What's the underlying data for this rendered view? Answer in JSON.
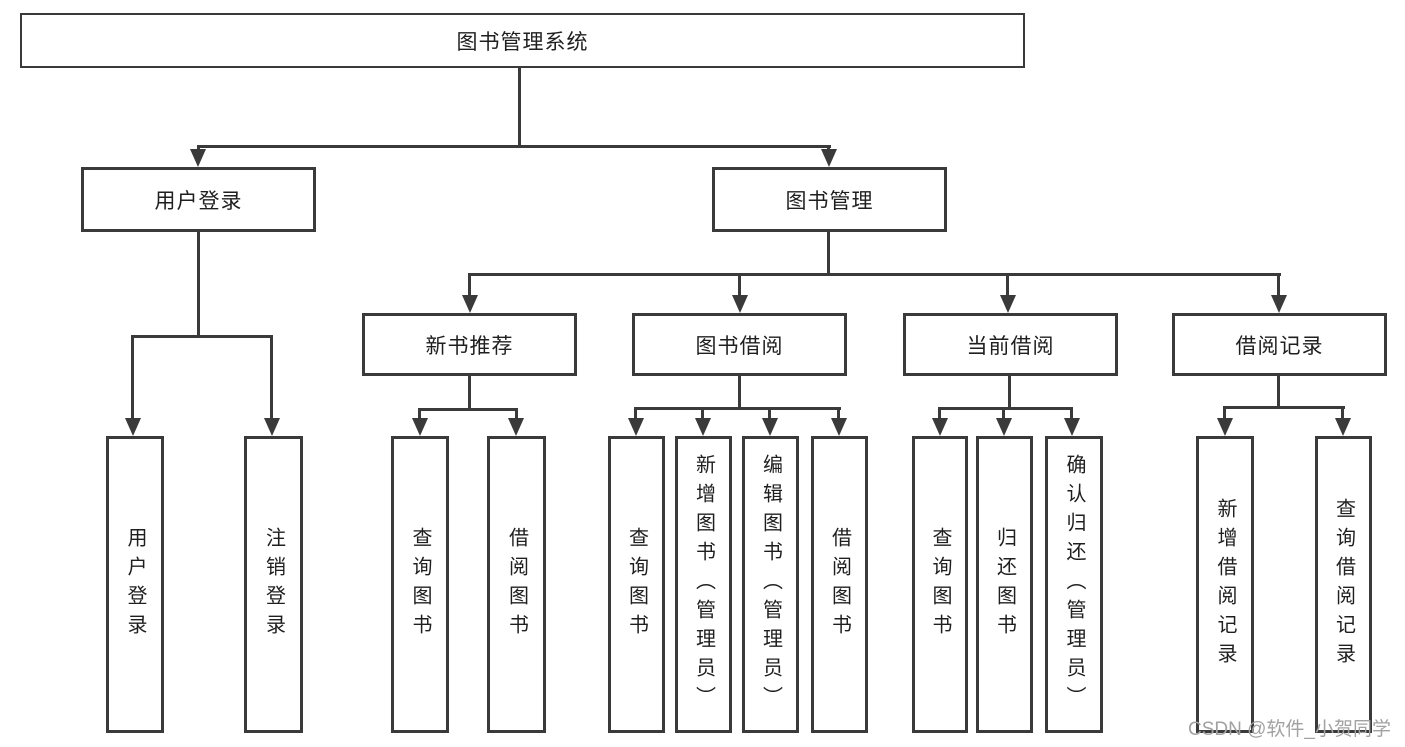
{
  "colors": {
    "line": "#3a3a3a",
    "text": "#1f1f1f",
    "watermark": "#a2a2a2",
    "background": "#ffffff"
  },
  "watermark": "CSDN @软件_小贺同学",
  "tree": {
    "label": "图书管理系统",
    "children": [
      {
        "label": "用户登录",
        "children": [
          {
            "label": "用户登录"
          },
          {
            "label": "注销登录"
          }
        ]
      },
      {
        "label": "图书管理",
        "children": [
          {
            "label": "新书推荐",
            "children": [
              {
                "label": "查询图书"
              },
              {
                "label": "借阅图书"
              }
            ]
          },
          {
            "label": "图书借阅",
            "children": [
              {
                "label": "查询图书"
              },
              {
                "label": "新增图书（管理员）"
              },
              {
                "label": "编辑图书（管理员）"
              },
              {
                "label": "借阅图书"
              }
            ]
          },
          {
            "label": "当前借阅",
            "children": [
              {
                "label": "查询图书"
              },
              {
                "label": "归还图书"
              },
              {
                "label": "确认归还（管理员）"
              }
            ]
          },
          {
            "label": "借阅记录",
            "children": [
              {
                "label": "新增借阅记录"
              },
              {
                "label": "查询借阅记录"
              }
            ]
          }
        ]
      }
    ]
  }
}
